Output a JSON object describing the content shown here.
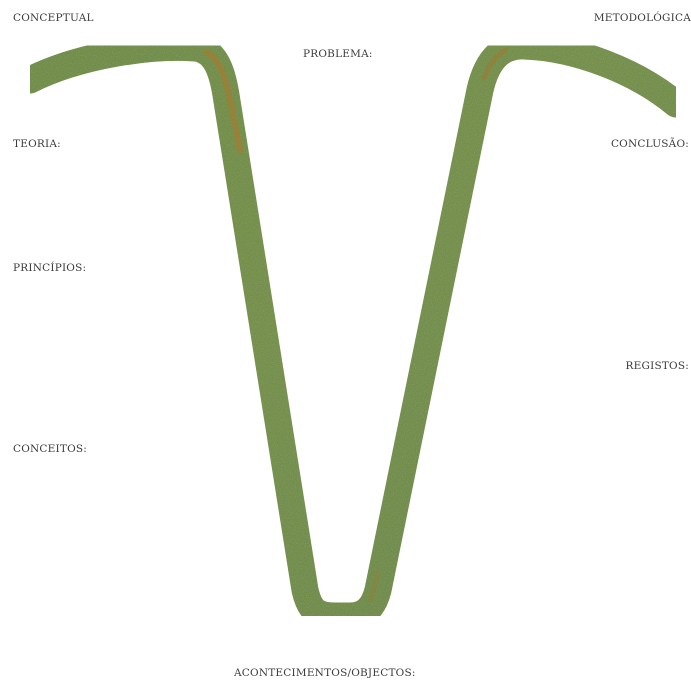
{
  "labels": {
    "conceptual": "CONCEPTUAL",
    "metodologica": "METODOLÓGICA",
    "problema": "PROBLEMA:",
    "teoria": "TEORIA:",
    "conclusao": "CONCLUSÃO:",
    "principios": "PRINCÍPIOS:",
    "registos": "REGISTOS:",
    "conceitos": "CONCEITOS:",
    "acontecimentos": "ACONTECIMENTOS/OBJECTOS:"
  },
  "colors": {
    "vee_main": "#6f8d3a",
    "vee_dark": "#5c7a2e",
    "vee_highlight": "#a8742c",
    "text": "#3a3a3a",
    "background": "#ffffff"
  }
}
